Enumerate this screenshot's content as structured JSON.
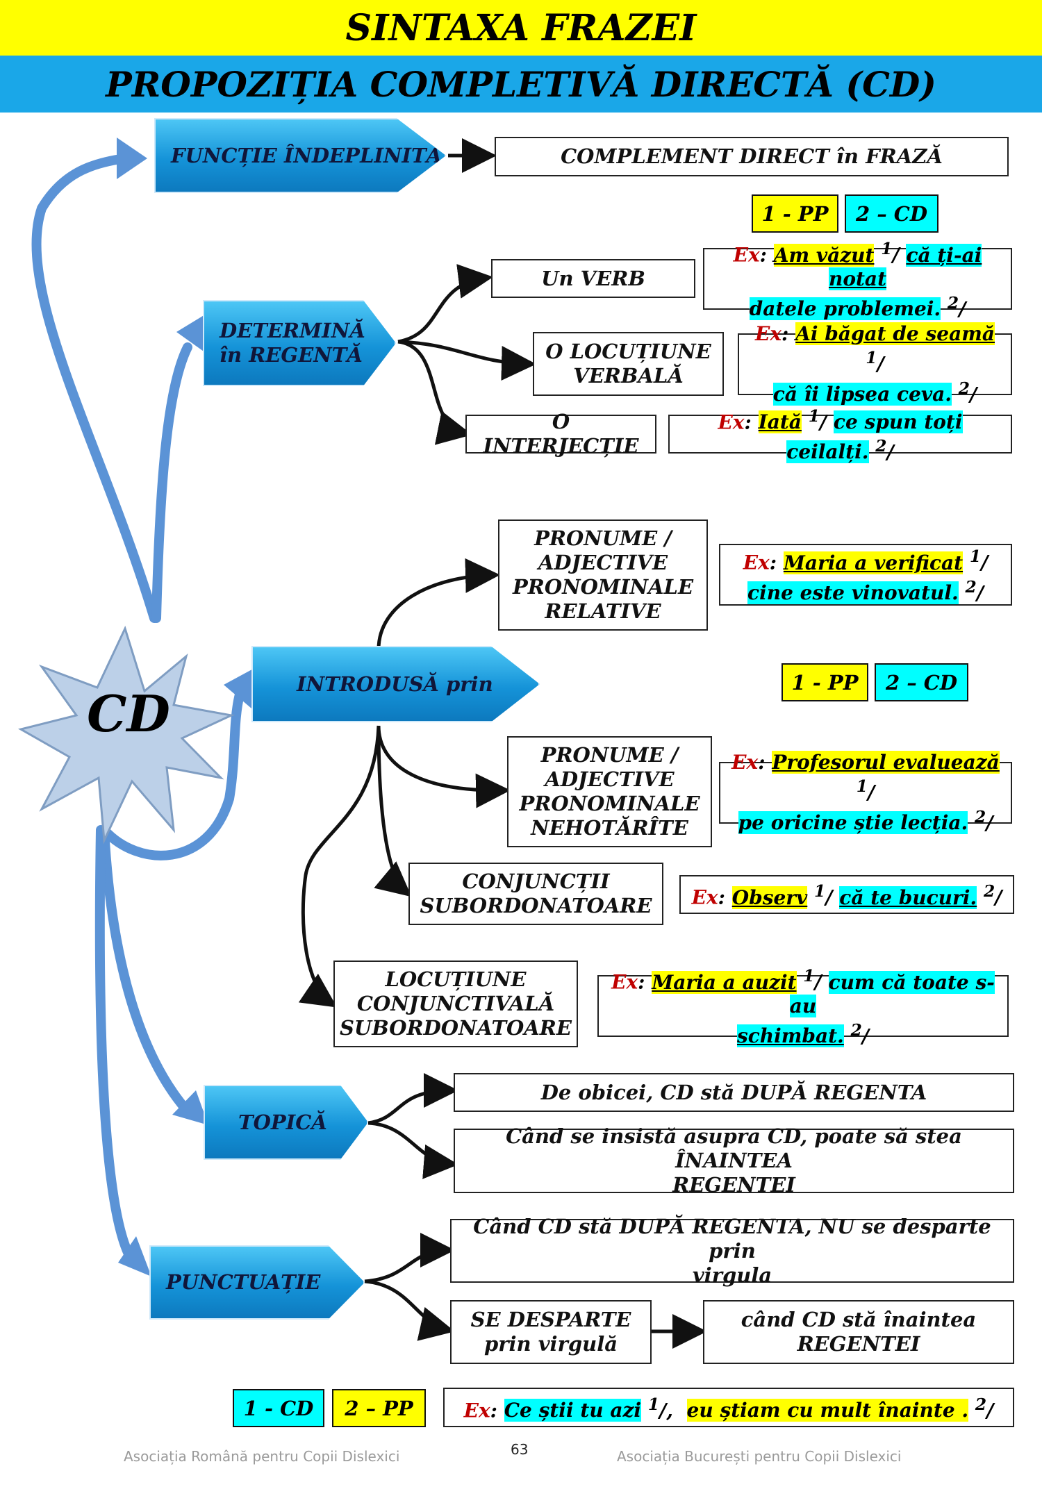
{
  "header": {
    "title": "SINTAXA FRAZEI",
    "subtitle": "PROPOZIȚIA COMPLETIVĂ DIRECTĂ (CD)"
  },
  "center": "CD",
  "nodes": {
    "functie": "FUNCȚIE ÎNDEPLINITĂ",
    "determina": [
      "DETERMINĂ",
      "în REGENTĂ"
    ],
    "introdusa": "INTRODUSĂ prin",
    "topica": "TOPICĂ",
    "punctuatie": "PUNCTUAȚIE"
  },
  "functie_box": "COMPLEMENT DIRECT în FRAZĂ",
  "badges": {
    "pp1": "1 - PP",
    "cd2": "2 – CD",
    "cd1": "1 - CD",
    "pp2": "2 – PP"
  },
  "regenta": {
    "verb": "Un VERB",
    "locutiune": [
      "O LOCUȚIUNE",
      "VERBALĂ"
    ],
    "interjectie": "O INTERJECȚIE"
  },
  "introdusa_boxes": {
    "relative": [
      "PRONUME /",
      "ADJECTIVE",
      "PRONOMINALE",
      "RELATIVE"
    ],
    "nehotarite": [
      "PRONUME /",
      "ADJECTIVE",
      "PRONOMINALE",
      "NEHOTĂRÎTE"
    ],
    "conjunctii": [
      "CONJUNCȚII",
      "SUBORDONATOARE"
    ],
    "locutiune": [
      "LOCUȚIUNE",
      "CONJUNCTIVALĂ",
      "SUBORDONATOARE"
    ]
  },
  "examples": {
    "label": "Ex",
    "ex1": {
      "a": "Am văzut",
      "b": "că ți-ai notat",
      "c": "datele problemei."
    },
    "ex2": {
      "a": "Ai băgat de seamă",
      "b": "că îi lipsea ceva."
    },
    "ex3": {
      "a": "Iată",
      "b": "ce spun toți ceilalți."
    },
    "ex4": {
      "a": "Maria a verificat",
      "b": "cine este vinovatul."
    },
    "ex5": {
      "a": "Profesorul evaluează",
      "b": "pe oricine știe lecția."
    },
    "ex6": {
      "a": "Observ",
      "b": "că te bucuri."
    },
    "ex7": {
      "a": "Maria a auzit",
      "b": "cum că toate s-au",
      "c": "schimbat."
    },
    "ex8": {
      "a": "Ce știi tu azi",
      "b": "eu știam cu mult înainte ."
    }
  },
  "topica_boxes": {
    "dupa": "De obicei, CD stă DUPĂ REGENTA",
    "inainte": [
      "Când se insistă asupra CD, poate să stea ÎNAINTEA",
      "REGENTEI"
    ]
  },
  "punctuatie_boxes": {
    "nu": [
      "Când CD stă DUPĂ REGENTA, NU se desparte prin",
      "virgula"
    ],
    "se": [
      "SE DESPARTE",
      "prin virgulă"
    ],
    "cand": [
      "când CD stă înaintea",
      "REGENTEI"
    ]
  },
  "footer": {
    "left": "Asociația Română pentru Copii Dislexici",
    "page": "63",
    "right": "Asociația București pentru Copii Dislexici"
  },
  "colors": {
    "yellow": "#ffff00",
    "cyan_band": "#1aa7e8",
    "highlight_cyan": "#00ffff",
    "arrow_blue": "#5b93d6",
    "ex_red": "#c00000"
  }
}
